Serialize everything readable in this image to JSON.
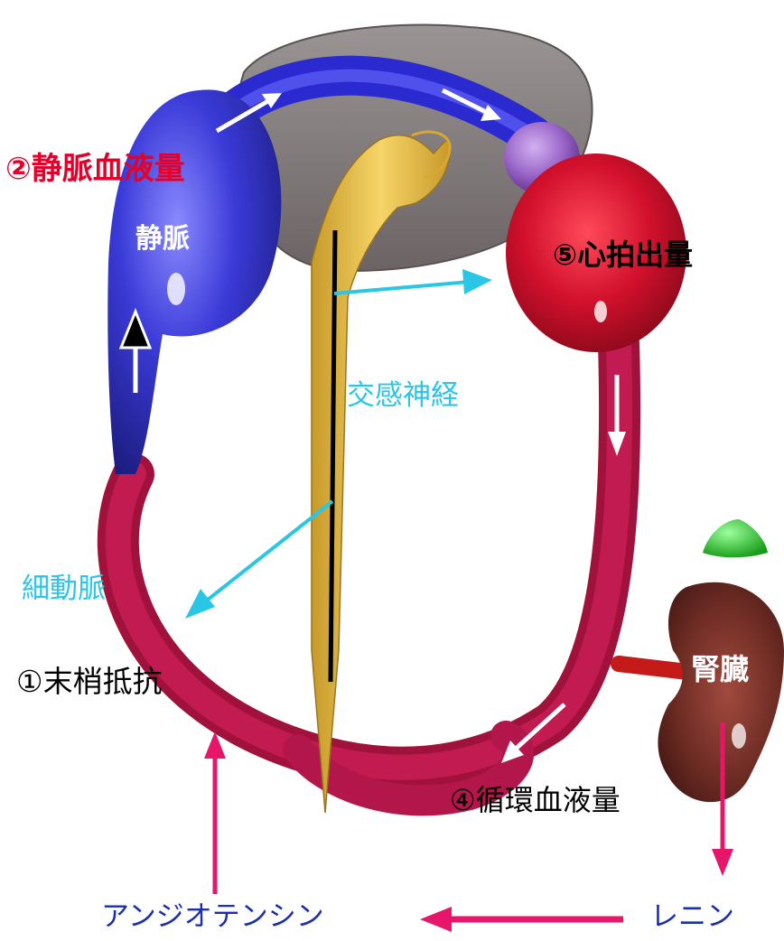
{
  "labels": {
    "venous_volume": "②静脈血液量",
    "vein": "静脈",
    "cardiac_output": "⑤心拍出量",
    "sympathetic_nerve": "交感神経",
    "arteriole": "細動脈",
    "peripheral_resistance": "①末梢抵抗",
    "kidney": "腎臓",
    "circulating_blood_volume": "④循環血液量",
    "angiotensin": "アンジオテンシン",
    "renin": "レニン"
  },
  "colors": {
    "venous_label": "#e5002a",
    "nerve_label": "#29c6e6",
    "hormone_label": "#1a2fb0",
    "hormone_arrow": "#e8166a",
    "vein_blue": "#3a3ad8",
    "artery_red": "#c4174a",
    "heart_red": "#d2102c",
    "atrium_purple": "#9a66c8",
    "nerve_yellow": "#f3c94a",
    "brain_gray": "#8c8484",
    "kidney_brown": "#6a2a22",
    "adrenal_green": "#2ec72e"
  }
}
